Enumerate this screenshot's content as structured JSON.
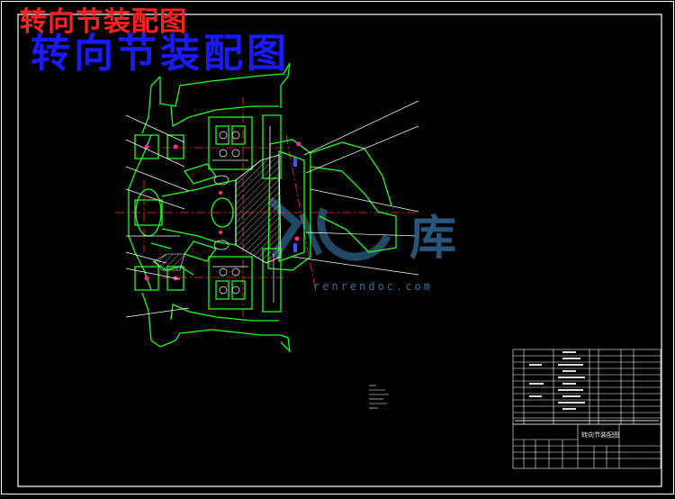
{
  "drawing": {
    "title_red": "转向节装配图",
    "title_blue": "转向节装配图",
    "watermark_text": "renrendoc.com",
    "watermark_char": "库",
    "title_block_name": "转向节装配图"
  },
  "colors": {
    "background": "#000000",
    "frame": "#ffffff",
    "part_outline": "#19ff19",
    "centerline": "#ff2a2a",
    "detail": "#ffffff",
    "title_red": "#ff2020",
    "title_blue": "#1a1aff",
    "watermark": "#2f6690"
  }
}
